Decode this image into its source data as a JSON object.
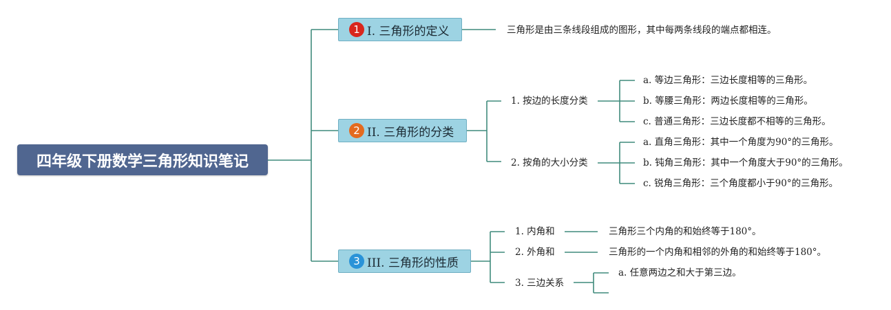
{
  "root": {
    "title": "四年级下册数学三角形知识笔记"
  },
  "sections": [
    {
      "badge": "1",
      "badge_color": "#d9271d",
      "title": "I. 三角形的定义",
      "definition": "三角形是由三条线段组成的图形，其中每两条线段的端点都相连。"
    },
    {
      "badge": "2",
      "badge_color": "#e46a1e",
      "title": "II. 三角形的分类",
      "groups": [
        {
          "label": "1. 按边的长度分类",
          "items": [
            "a. 等边三角形：三边长度相等的三角形。",
            "b. 等腰三角形：两边长度相等的三角形。",
            "c. 普通三角形：三边长度都不相等的三角形。"
          ]
        },
        {
          "label": "2. 按角的大小分类",
          "items": [
            "a. 直角三角形：其中一个角度为90°的三角形。",
            "b. 钝角三角形：其中一个角度大于90°的三角形。",
            "c. 锐角三角形：三个角度都小于90°的三角形。"
          ]
        }
      ]
    },
    {
      "badge": "3",
      "badge_color": "#2a93d8",
      "title": "III. 三角形的性质",
      "properties": [
        {
          "label": "1. 内角和",
          "detail": "三角形三个内角的和始终等于180°。"
        },
        {
          "label": "2. 外角和",
          "detail": "三角形的一个内角和相邻的外角的和始终等于180°。"
        },
        {
          "label": "3. 三边关系",
          "items": [
            "a. 任意两边之和大于第三边。",
            ""
          ]
        }
      ]
    }
  ],
  "colors": {
    "root_bg": "#506690",
    "section_bg": "#9dd3e3",
    "line": "#3f8a7c"
  }
}
